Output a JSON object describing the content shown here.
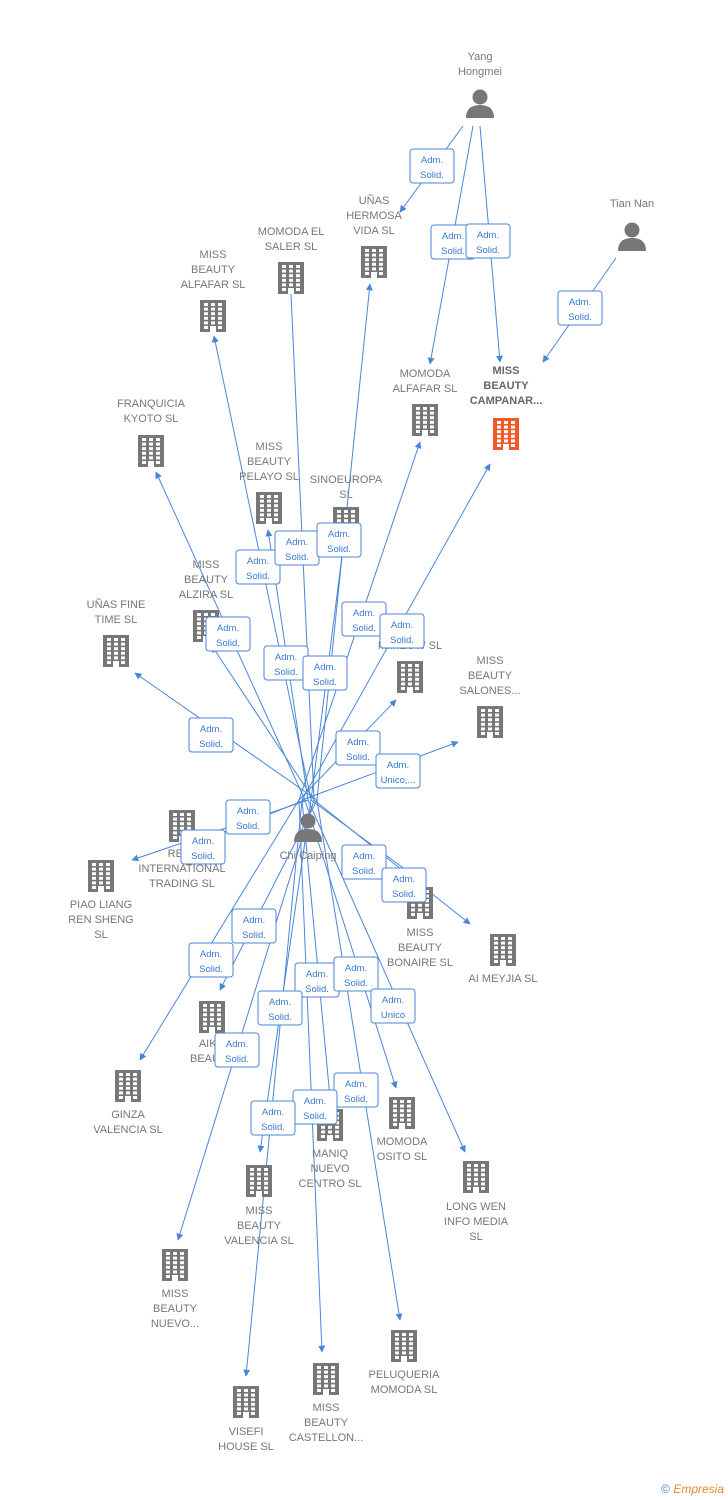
{
  "colors": {
    "edge": "#4a86d8",
    "company": "#777777",
    "company_highlight": "#f05a28",
    "person": "#777777"
  },
  "nodes": [
    {
      "id": "yang",
      "type": "person",
      "label": [
        "Yang",
        "Hongmei"
      ]
    },
    {
      "id": "tian",
      "type": "person",
      "label": [
        "Tian Nan"
      ]
    },
    {
      "id": "chi",
      "type": "person",
      "label": [
        "Chi Caiping"
      ]
    },
    {
      "id": "unas_hermosa",
      "type": "company",
      "label": [
        "UÑAS",
        "HERMOSA",
        "VIDA  SL"
      ]
    },
    {
      "id": "momoda_saler",
      "type": "company",
      "label": [
        "MOMODA EL",
        "SALER  SL"
      ]
    },
    {
      "id": "mb_alfafar",
      "type": "company",
      "label": [
        "MISS",
        "BEAUTY",
        "ALFAFAR  SL"
      ]
    },
    {
      "id": "momoda_alfafar",
      "type": "company",
      "label": [
        "MOMODA",
        "ALFAFAR  SL"
      ]
    },
    {
      "id": "mb_campanar",
      "type": "company",
      "highlight": true,
      "label": [
        "MISS",
        "BEAUTY",
        "CAMPANAR..."
      ]
    },
    {
      "id": "franquicia",
      "type": "company",
      "label": [
        "FRANQUICIA",
        "KYOTO  SL"
      ]
    },
    {
      "id": "mb_pelayo",
      "type": "company",
      "label": [
        "MISS",
        "BEAUTY",
        "PELAYO  SL"
      ]
    },
    {
      "id": "sinoeuropa",
      "type": "company",
      "label": [
        "SINOEUROPA",
        "SL"
      ]
    },
    {
      "id": "mb_alzira",
      "type": "company",
      "label": [
        "MISS",
        "BEAUTY",
        "ALZIRA  SL"
      ]
    },
    {
      "id": "unas_fine",
      "type": "company",
      "label": [
        "UÑAS FINE",
        "TIME  SL"
      ]
    },
    {
      "id": "mimeow",
      "type": "company",
      "label": [
        "MIMEOW  SL"
      ]
    },
    {
      "id": "mb_salones",
      "type": "company",
      "label": [
        "MISS",
        "BEAUTY",
        "SALONES..."
      ]
    },
    {
      "id": "real_intl",
      "type": "company",
      "label": [
        "REAL",
        "INTERNATIONAL",
        "TRADING  SL"
      ]
    },
    {
      "id": "piao",
      "type": "company",
      "label": [
        "PIAO LIANG",
        "REN SHENG",
        "SL"
      ]
    },
    {
      "id": "mb_bonaire",
      "type": "company",
      "label": [
        "MISS",
        "BEAUTY",
        "BONAIRE  SL"
      ]
    },
    {
      "id": "ai_meyjia",
      "type": "company",
      "label": [
        "AI MEYJIA  SL"
      ]
    },
    {
      "id": "aiko",
      "type": "company",
      "label": [
        "AIKO",
        "BEAUTY"
      ]
    },
    {
      "id": "ginza",
      "type": "company",
      "label": [
        "GINZA",
        "VALENCIA  SL"
      ]
    },
    {
      "id": "maniq",
      "type": "company",
      "label": [
        "MANIQ",
        "NUEVO",
        "CENTRO  SL"
      ]
    },
    {
      "id": "momoda_osito",
      "type": "company",
      "label": [
        "MOMODA",
        "OSITO  SL"
      ]
    },
    {
      "id": "longwen",
      "type": "company",
      "label": [
        "LONG WEN",
        "INFO MEDIA",
        "SL"
      ]
    },
    {
      "id": "mb_valencia",
      "type": "company",
      "label": [
        "MISS",
        "BEAUTY",
        "VALENCIA  SL"
      ]
    },
    {
      "id": "mb_nuevo",
      "type": "company",
      "label": [
        "MISS",
        "BEAUTY",
        "NUEVO..."
      ]
    },
    {
      "id": "peluqueria",
      "type": "company",
      "label": [
        "PELUQUERIA",
        "MOMODA  SL"
      ]
    },
    {
      "id": "mb_castellon",
      "type": "company",
      "label": [
        "MISS",
        "BEAUTY",
        "CASTELLON..."
      ]
    },
    {
      "id": "visefi",
      "type": "company",
      "label": [
        "VISEFI",
        "HOUSE  SL"
      ]
    }
  ],
  "edges": [
    {
      "from": "yang",
      "to": "unas_hermosa",
      "label": [
        "Adm.",
        "Solid."
      ]
    },
    {
      "from": "yang",
      "to": "momoda_alfafar",
      "label": [
        "Adm.",
        "Solid."
      ]
    },
    {
      "from": "yang",
      "to": "mb_campanar",
      "label": [
        "Adm.",
        "Solid."
      ]
    },
    {
      "from": "tian",
      "to": "mb_campanar",
      "label": [
        "Adm.",
        "Solid."
      ]
    },
    {
      "from": "chi",
      "to": "mb_alfafar",
      "label": [
        "Adm.",
        "Solid."
      ]
    },
    {
      "from": "chi",
      "to": "momoda_saler",
      "label": [
        "Adm.",
        "Solid."
      ]
    },
    {
      "from": "chi",
      "to": "unas_hermosa",
      "label": [
        "Adm.",
        "Solid."
      ]
    },
    {
      "from": "chi",
      "to": "momoda_alfafar",
      "label": [
        "Adm.",
        "Solid."
      ]
    },
    {
      "from": "chi",
      "to": "mb_campanar",
      "label": [
        "Adm.",
        "Solid."
      ]
    },
    {
      "from": "chi",
      "to": "franquicia",
      "label": [
        "Adm.",
        "Solid."
      ]
    },
    {
      "from": "chi",
      "to": "mb_pelayo",
      "label": [
        "Adm.",
        "Solid."
      ]
    },
    {
      "from": "chi",
      "to": "sinoeuropa",
      "label": [
        "Adm.",
        "Solid."
      ]
    },
    {
      "from": "chi",
      "to": "mb_alzira",
      "label": [
        "Adm.",
        "Solid."
      ]
    },
    {
      "from": "chi",
      "to": "unas_fine",
      "label": [
        "Adm.",
        "Solid."
      ]
    },
    {
      "from": "chi",
      "to": "mimeow",
      "label": [
        "Adm.",
        "Solid."
      ]
    },
    {
      "from": "chi",
      "to": "mb_salones",
      "label": [
        "Adm.",
        "Unico,..."
      ]
    },
    {
      "from": "chi",
      "to": "real_intl",
      "label": [
        "Adm.",
        "Solid."
      ]
    },
    {
      "from": "chi",
      "to": "piao",
      "label": [
        "Adm.",
        "Solid."
      ]
    },
    {
      "from": "chi",
      "to": "mb_bonaire",
      "label": [
        "Adm.",
        "Solid."
      ]
    },
    {
      "from": "chi",
      "to": "ai_meyjia",
      "label": [
        "Adm.",
        "Solid."
      ]
    },
    {
      "from": "chi",
      "to": "aiko",
      "label": [
        "Adm.",
        "Solid."
      ]
    },
    {
      "from": "chi",
      "to": "ginza",
      "label": [
        "Adm.",
        "Solid."
      ]
    },
    {
      "from": "chi",
      "to": "maniq",
      "label": [
        "Adm.",
        "Solid."
      ]
    },
    {
      "from": "chi",
      "to": "momoda_osito",
      "label": [
        "Adm.",
        "Solid."
      ]
    },
    {
      "from": "chi",
      "to": "longwen",
      "label": [
        "Adm.",
        "Unico"
      ]
    },
    {
      "from": "chi",
      "to": "mb_valencia",
      "label": [
        "Adm.",
        "Solid."
      ]
    },
    {
      "from": "chi",
      "to": "mb_nuevo",
      "label": [
        "Adm.",
        "Solid."
      ]
    },
    {
      "from": "chi",
      "to": "peluqueria",
      "label": [
        "Adm.",
        "Solid."
      ]
    },
    {
      "from": "chi",
      "to": "mb_castellon",
      "label": [
        "Adm.",
        "Solid."
      ]
    },
    {
      "from": "chi",
      "to": "visefi",
      "label": [
        "Adm.",
        "Solid."
      ]
    }
  ],
  "footer": {
    "copyright": "©",
    "brand": "Empresia"
  }
}
